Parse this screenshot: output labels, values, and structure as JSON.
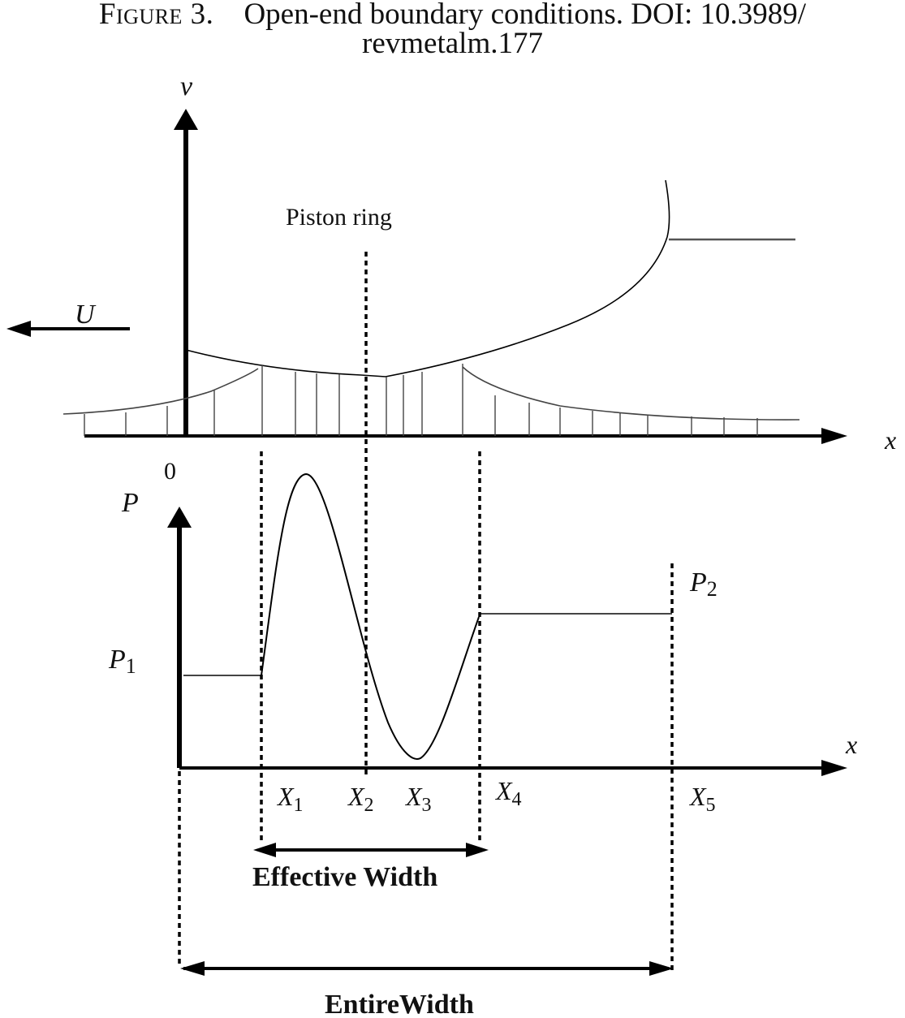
{
  "caption": {
    "figure_label": "Figure 3.",
    "line1": "Open-end boundary conditions. DOI: 10.3989/",
    "line2": "revmetalm.177"
  },
  "top_diagram": {
    "v_axis_label": "v",
    "x_axis_label": "x",
    "origin_label": "0",
    "velocity_label": "U",
    "piston_ring_label": "Piston ring"
  },
  "bottom_diagram": {
    "p_axis_label": "P",
    "x_axis_label": "x",
    "p1_label": "P",
    "p1_sub": "1",
    "p2_label": "P",
    "p2_sub": "2",
    "positions": [
      {
        "label": "X",
        "sub": "1"
      },
      {
        "label": "X",
        "sub": "2"
      },
      {
        "label": "X",
        "sub": "3"
      },
      {
        "label": "X",
        "sub": "4"
      },
      {
        "label": "X",
        "sub": "5"
      }
    ],
    "effective_width_label": "Effective Width",
    "entire_width_label": "EntireWidth"
  }
}
